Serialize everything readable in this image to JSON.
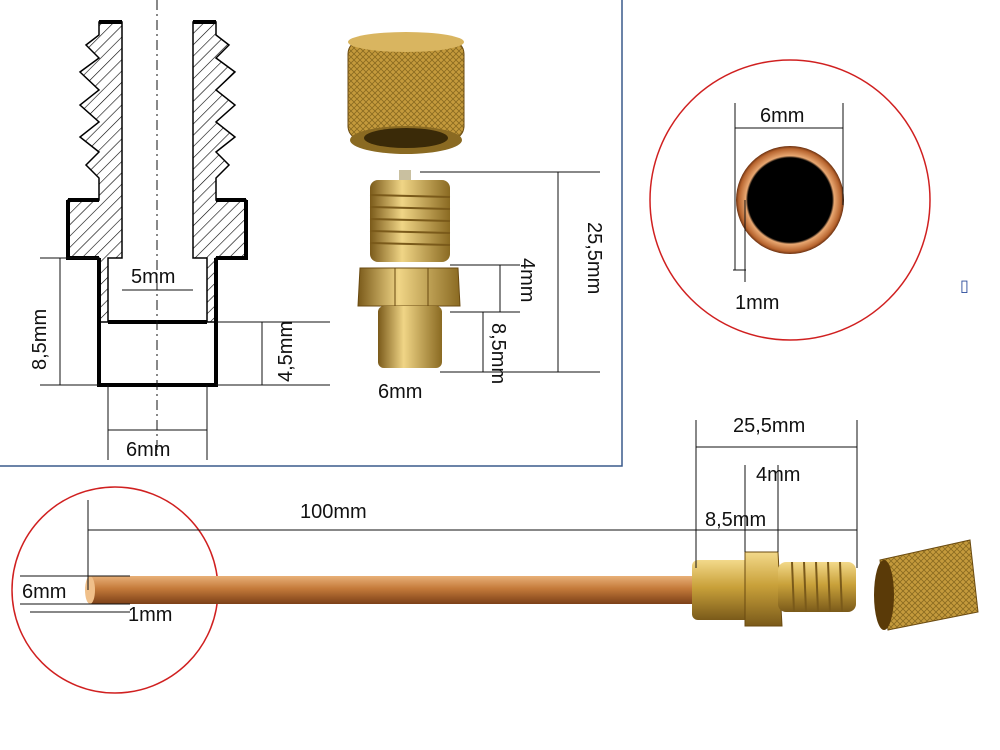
{
  "colors": {
    "accent_circle": "#d02020",
    "panel_border": "#3a5a8c",
    "brass": "#c9a13a",
    "copper": "#c47a3a"
  },
  "drawing": {
    "bore_label": "5mm",
    "left_height_label": "8,5mm",
    "socket_depth_label": "4,5mm",
    "bottom_width_label": "6mm"
  },
  "fitting_photo": {
    "length_label": "25,5mm",
    "thread_label": "4mm",
    "tail_label": "8,5mm",
    "tail_diameter_label": "6mm"
  },
  "tube_section": {
    "diameter_label": "6mm",
    "wall_label": "1mm"
  },
  "assembly": {
    "length_label": "100mm",
    "fitting_length_label": "25,5mm",
    "thread_label": "4mm",
    "tail_label": "8,5mm",
    "tube_diameter_label": "6mm",
    "wall_label": "1mm"
  },
  "stray_glyph": "▯"
}
